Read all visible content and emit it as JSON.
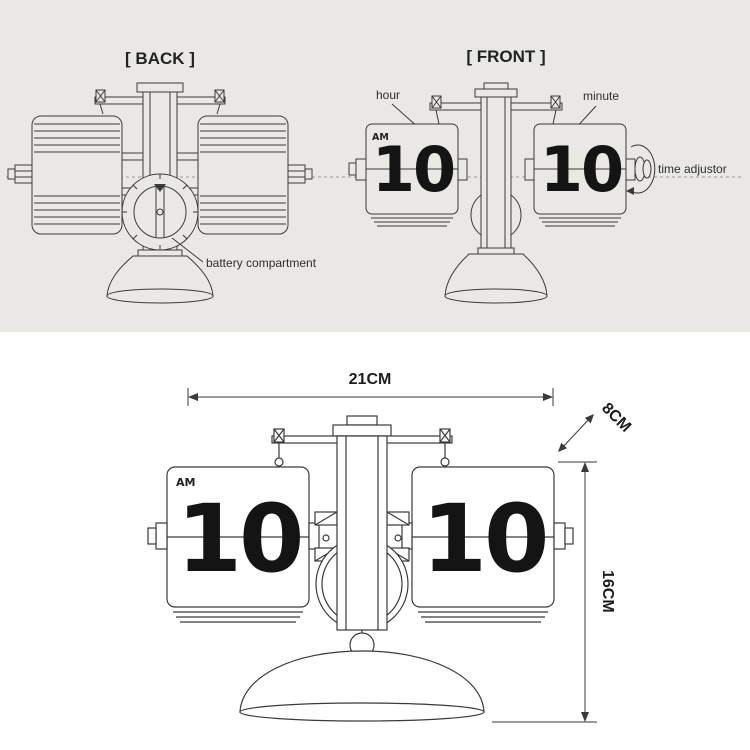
{
  "colors": {
    "panel_bg": "#e9e8e4",
    "ink": "#3a3a3a",
    "digit_ink": "#141414"
  },
  "top": {
    "back_title": "[ BACK ]",
    "front_title": "[ FRONT ]",
    "battery_label": "battery compartment",
    "hour_label": "hour",
    "minute_label": "minute",
    "adjustor_label": "time adjustor",
    "front_clock": {
      "am": "AM",
      "hour_value": "10",
      "minute_value": "10"
    }
  },
  "bottom": {
    "clock": {
      "am": "AM",
      "hour_value": "10",
      "minute_value": "10"
    },
    "dims": {
      "width": "21CM",
      "depth": "8CM",
      "height": "16CM"
    }
  }
}
